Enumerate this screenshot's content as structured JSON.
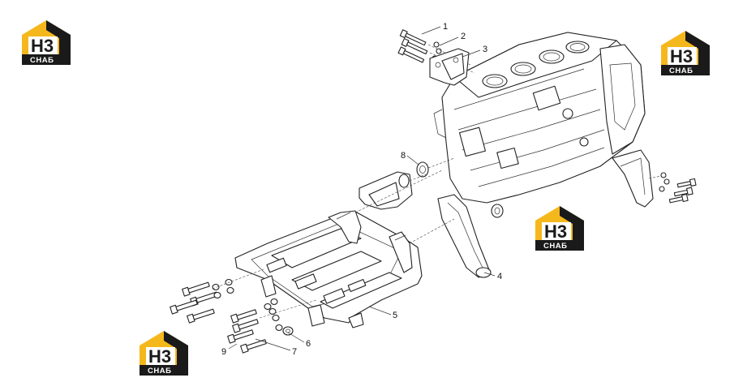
{
  "watermark": {
    "main": "Н3",
    "sub": "СНАБ",
    "colors": {
      "yellow": "#f5b81c",
      "dark": "#1a1a1a",
      "grey": "#9a9a9a"
    }
  },
  "callouts": [
    "1",
    "2",
    "3",
    "4",
    "5",
    "6",
    "7",
    "8",
    "9"
  ]
}
